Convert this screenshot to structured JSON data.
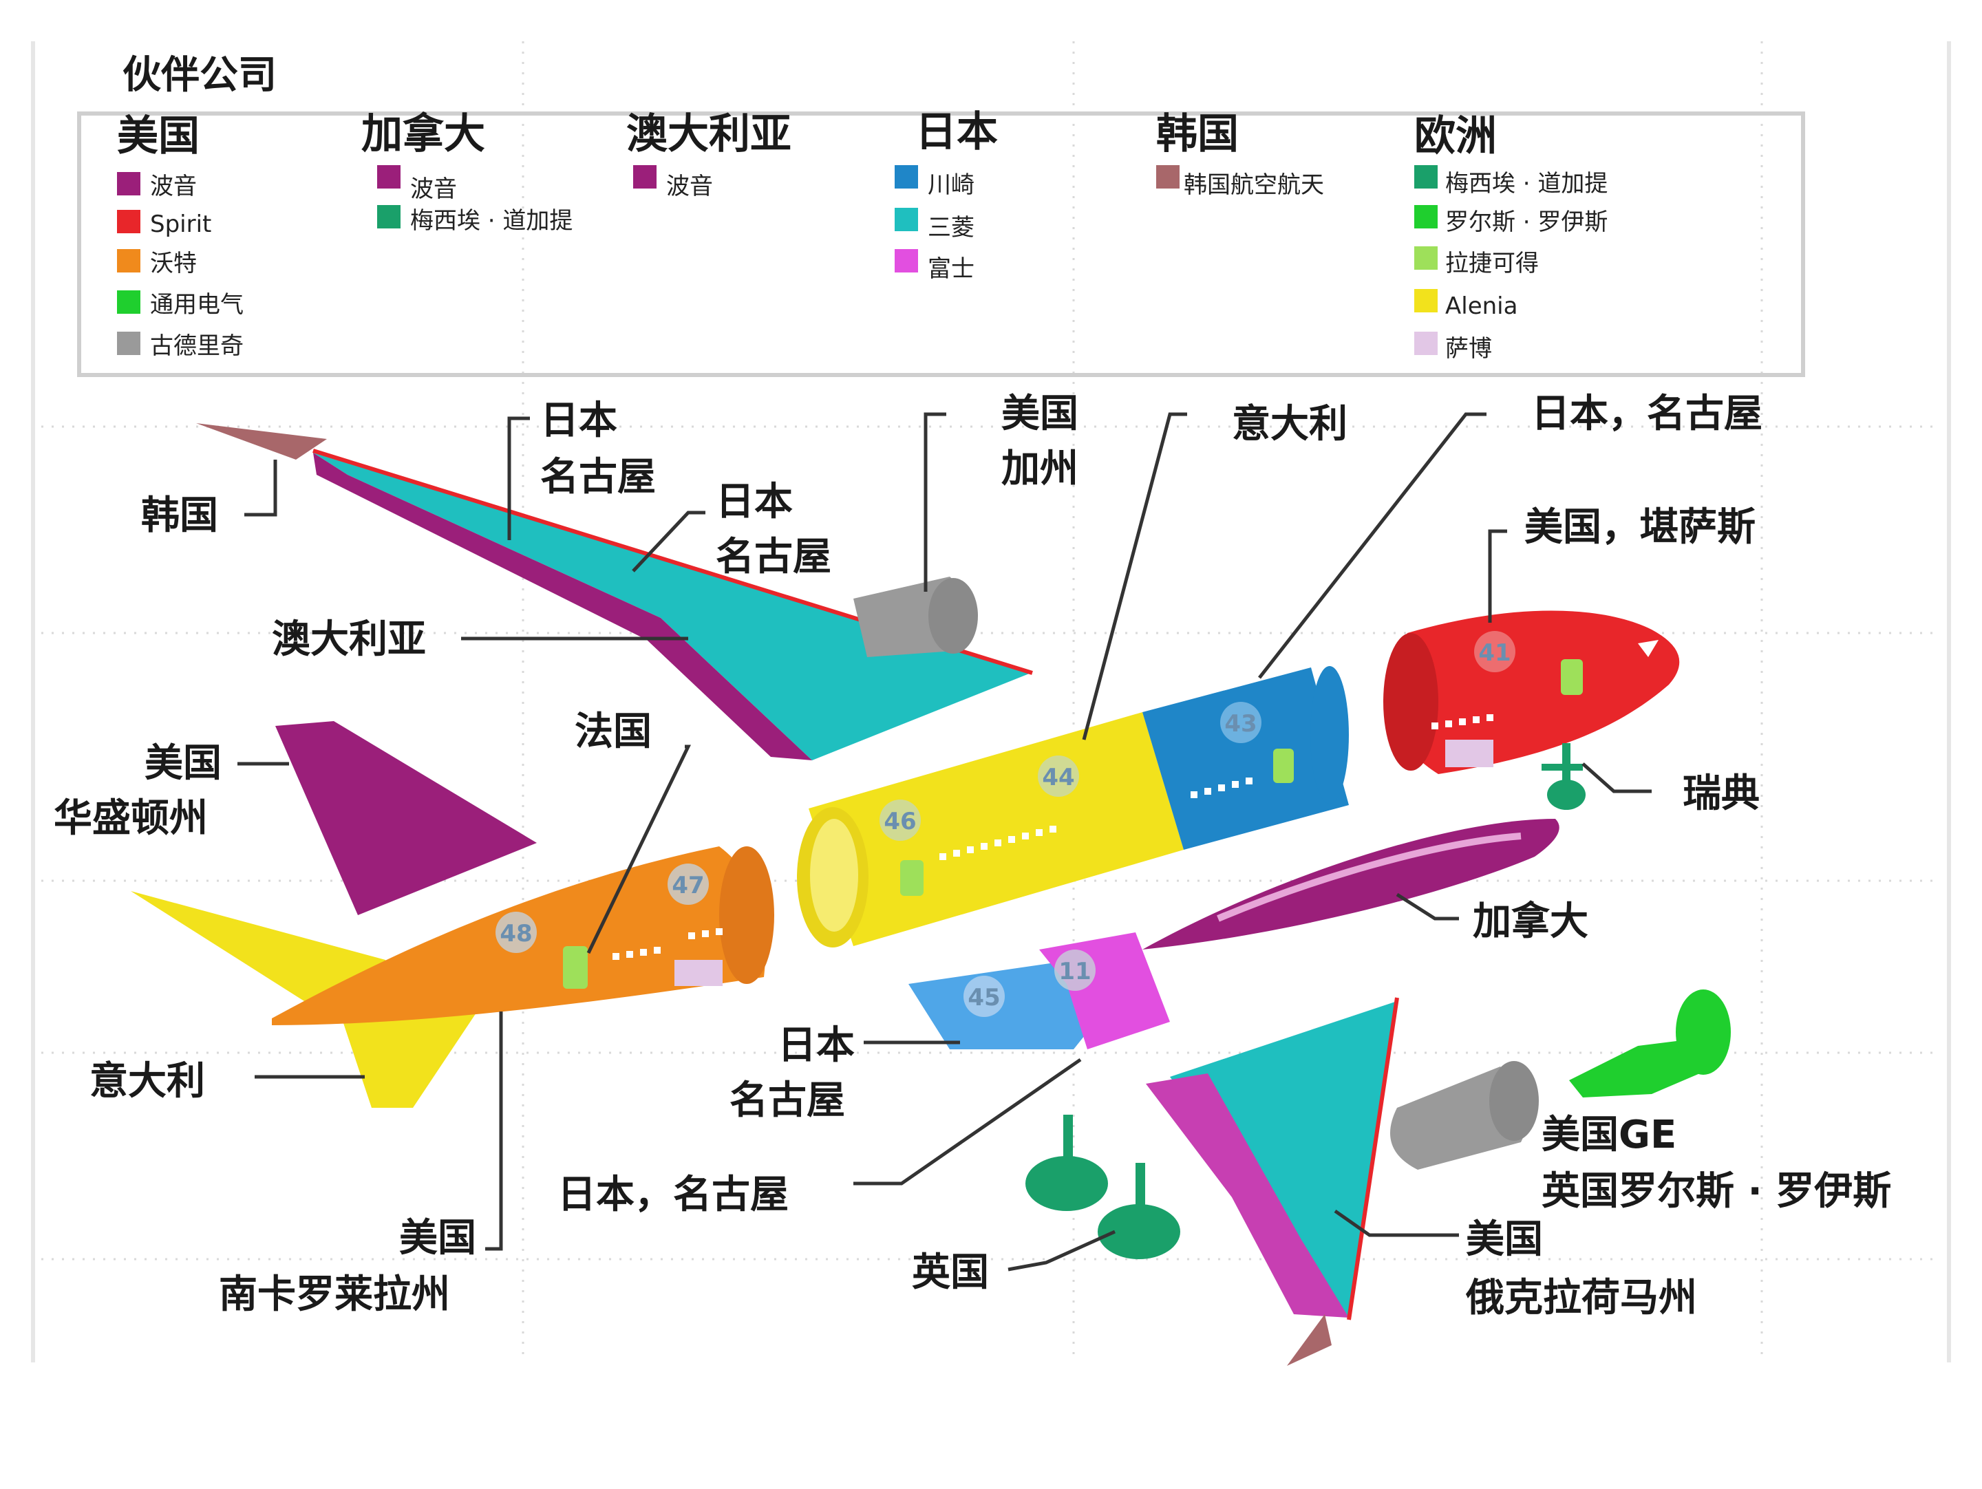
{
  "legend": {
    "title": "伙伴公司",
    "groups": [
      {
        "region": "美国",
        "items": [
          {
            "label": "波音",
            "color": "#9b1f7a"
          },
          {
            "label": "Spirit",
            "color": "#e8262a"
          },
          {
            "label": "沃特",
            "color": "#f08a1c"
          },
          {
            "label": "通用电气",
            "color": "#1fcf2e"
          },
          {
            "label": "古德里奇",
            "color": "#9a9a9a"
          }
        ]
      },
      {
        "region": "加拿大",
        "items": [
          {
            "label": "波音",
            "color": "#9b1f7a"
          },
          {
            "label": "梅西埃 · 道加提",
            "color": "#1aa06a"
          }
        ]
      },
      {
        "region": "澳大利亚",
        "items": [
          {
            "label": "波音",
            "color": "#9b1f7a"
          }
        ]
      },
      {
        "region": "日本",
        "items": [
          {
            "label": "川崎",
            "color": "#1f86c8"
          },
          {
            "label": "三菱",
            "color": "#1fbfbf"
          },
          {
            "label": "富士",
            "color": "#e24fe0"
          }
        ]
      },
      {
        "region": "韩国",
        "items": [
          {
            "label": "韩国航空航天",
            "color": "#a8676a"
          }
        ]
      },
      {
        "region": "欧洲",
        "items": [
          {
            "label": "梅西埃 · 道加提",
            "color": "#1aa06a"
          },
          {
            "label": "罗尔斯 · 罗伊斯",
            "color": "#1fcf2e"
          },
          {
            "label": "拉捷可得",
            "color": "#9ee05a"
          },
          {
            "label": "Alenia",
            "color": "#f2e21c"
          },
          {
            "label": "萨博",
            "color": "#e2c7e6"
          }
        ]
      }
    ]
  },
  "sections": [
    "41",
    "43",
    "44",
    "46",
    "47",
    "48",
    "45",
    "11"
  ],
  "labels": {
    "korea": "韩国",
    "japan_nagoya_1": [
      "日本",
      "名古屋"
    ],
    "japan_nagoya_2": [
      "日本",
      "名古屋"
    ],
    "australia": "澳大利亚",
    "usa_california": [
      "美国",
      "加州"
    ],
    "italy_top": "意大利",
    "japan_nagoya_3": "日本，名古屋",
    "usa_kansas": "美国，堪萨斯",
    "usa_washington": [
      "美国",
      "华盛顿州"
    ],
    "france": "法国",
    "sweden": "瑞典",
    "canada": "加拿大",
    "italy_bottom": "意大利",
    "japan_nagoya_4": [
      "日本",
      "名古屋"
    ],
    "japan_nagoya_5": "日本，名古屋",
    "usa_south_carolina": [
      "美国",
      "南卡罗莱拉州"
    ],
    "uk": "英国",
    "usa_oklahoma": [
      "美国",
      "俄克拉荷马州"
    ],
    "engines": [
      "美国GE",
      "英国罗尔斯 · 罗伊斯"
    ]
  }
}
